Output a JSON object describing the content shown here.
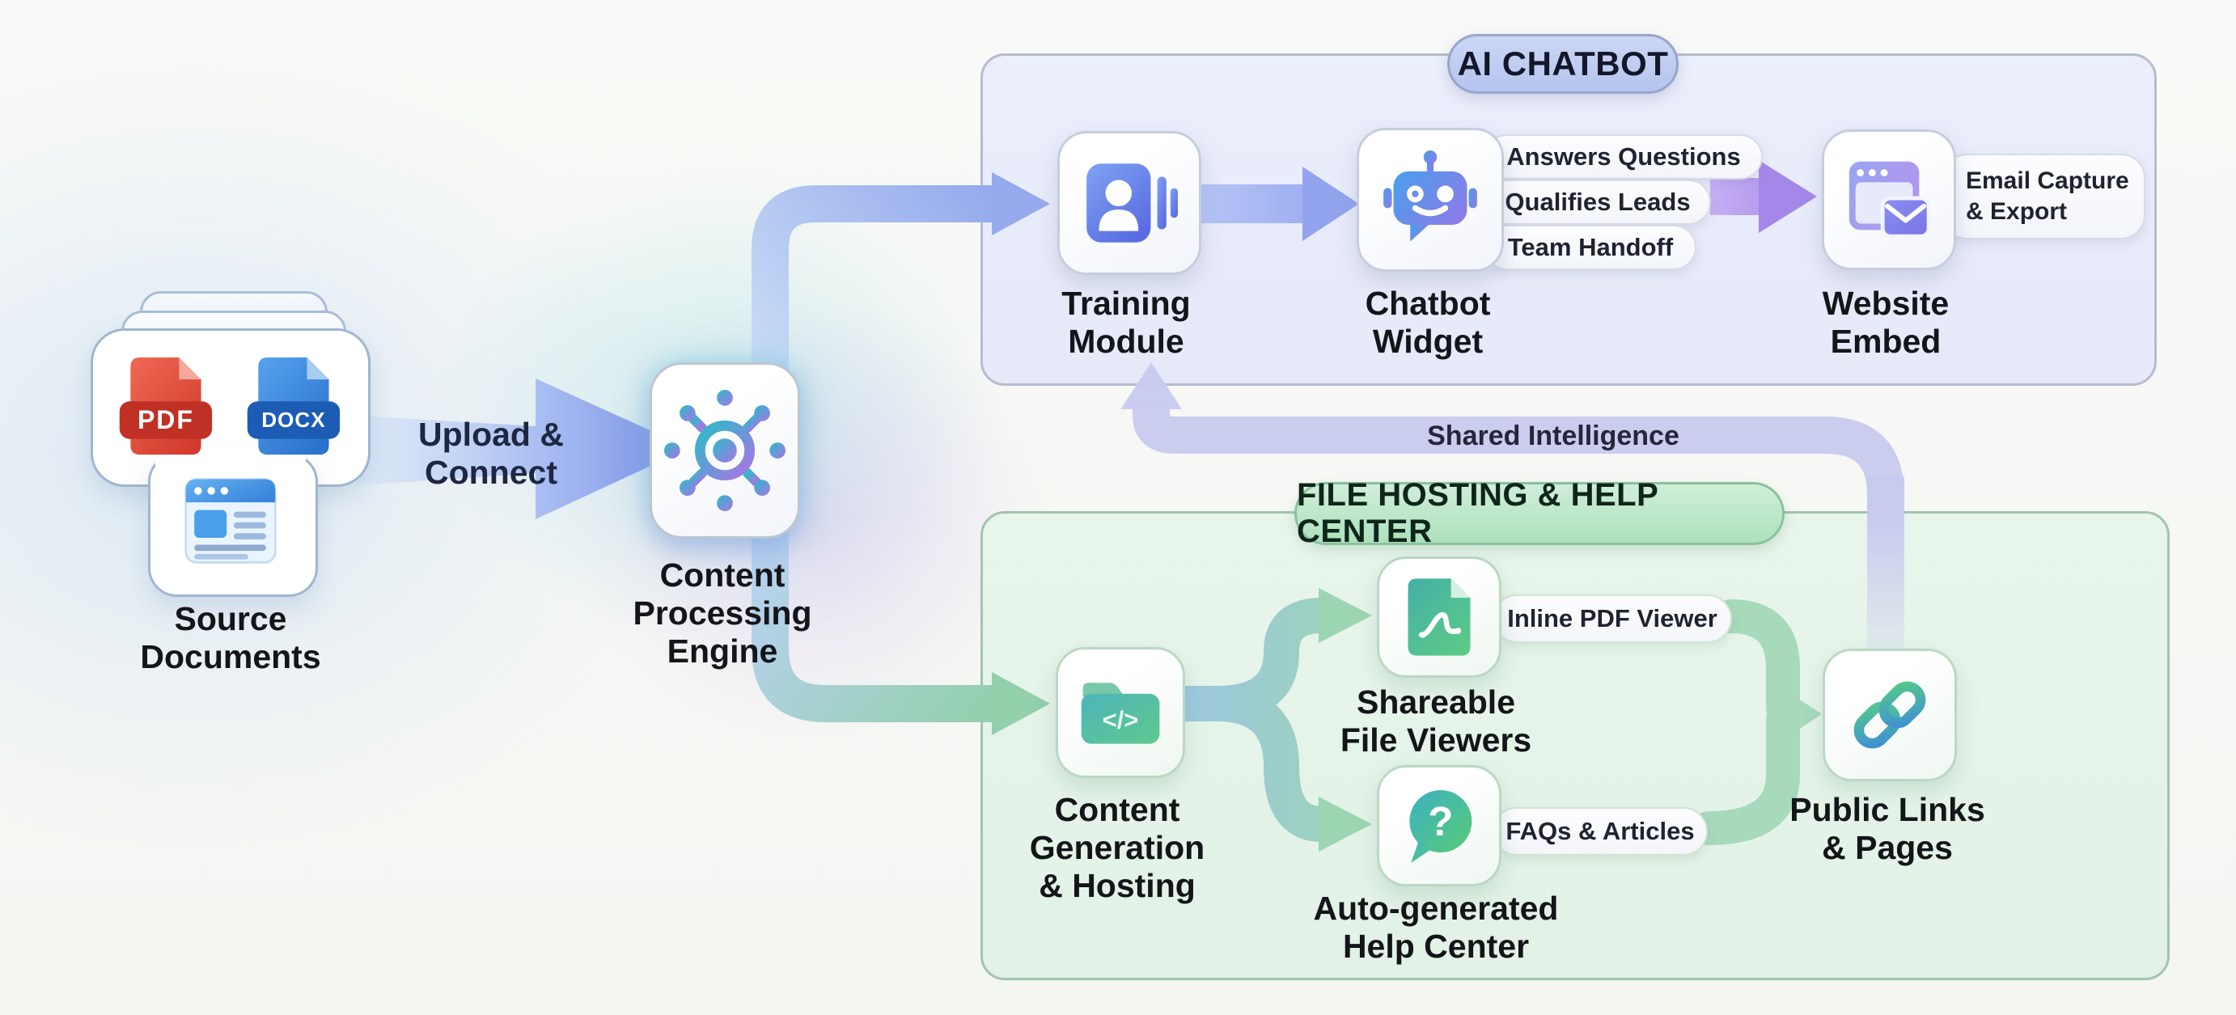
{
  "sections": {
    "ai_chatbot": {
      "title": "AI CHATBOT"
    },
    "file_hosting": {
      "title": "FILE HOSTING & HELP CENTER"
    }
  },
  "edges": {
    "upload_connect": "Upload &\nConnect",
    "shared_intelligence": "Shared Intelligence"
  },
  "nodes": {
    "source_documents": {
      "label": "Source\nDocuments",
      "pdf_badge": "PDF",
      "docx_badge": "DOCX"
    },
    "content_processing_engine": {
      "label": "Content\nProcessing\nEngine"
    },
    "training_module": {
      "label": "Training\nModule"
    },
    "chatbot_widget": {
      "label": "Chatbot\nWidget",
      "features": [
        "Answers Questions",
        "Qualifies Leads",
        "Team Handoff"
      ]
    },
    "website_embed": {
      "label": "Website\nEmbed",
      "tag": "Email Capture\n& Export"
    },
    "content_generation": {
      "label": "Content\nGeneration\n& Hosting"
    },
    "shareable_file_viewers": {
      "label": "Shareable\nFile Viewers",
      "tag": "Inline PDF Viewer"
    },
    "auto_help_center": {
      "label": "Auto-generated\nHelp Center",
      "tag": "FAQs & Articles"
    },
    "public_links": {
      "label": "Public Links\n& Pages"
    }
  },
  "icons": {
    "code_glyph": "</>",
    "question_glyph": "?"
  },
  "colors": {
    "ai_box_fill": "#ebeefb",
    "ai_accent": "#b5c4ef",
    "green_box_fill": "#e8f5eb",
    "green_accent": "#ace1bd",
    "pipe_blue": "#96aaed",
    "pipe_green": "#9cd6b2",
    "pipe_lavender": "#c8caee",
    "arrow_purple": "#a689e9",
    "pdf_red": "#d63c2e",
    "docx_blue": "#2a72cc"
  }
}
